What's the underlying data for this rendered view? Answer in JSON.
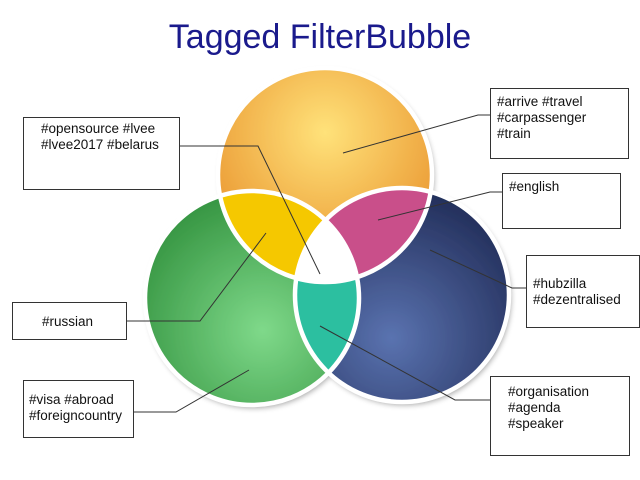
{
  "title": "Tagged FilterBubble",
  "circles": [
    {
      "name": "top",
      "color": "#f5a623",
      "light": "#ffe27a",
      "dark": "#e8902a"
    },
    {
      "name": "left",
      "color": "#3aa84a",
      "light": "#7fd98a",
      "dark": "#2c8c38"
    },
    {
      "name": "right",
      "color": "#2e3f75",
      "light": "#5a73b0",
      "dark": "#1f2a55"
    }
  ],
  "overlaps": {
    "top_left": "#f5c800",
    "top_right": "#c94f8a",
    "left_right": "#2cbfa0",
    "center": "#ffffff"
  },
  "labels": {
    "center": [
      "#opensource #lvee",
      "#lvee2017 #belarus"
    ],
    "top": [
      "#arrive #travel",
      "#carpassenger",
      "#train"
    ],
    "top_right": [
      "#english"
    ],
    "right": [
      "#hubzilla",
      "#dezentralised"
    ],
    "top_left": [
      "#russian"
    ],
    "left": [
      "#visa #abroad",
      "#foreigncountry"
    ],
    "left_right": [
      "#organisation",
      "#agenda",
      "#speaker"
    ]
  }
}
